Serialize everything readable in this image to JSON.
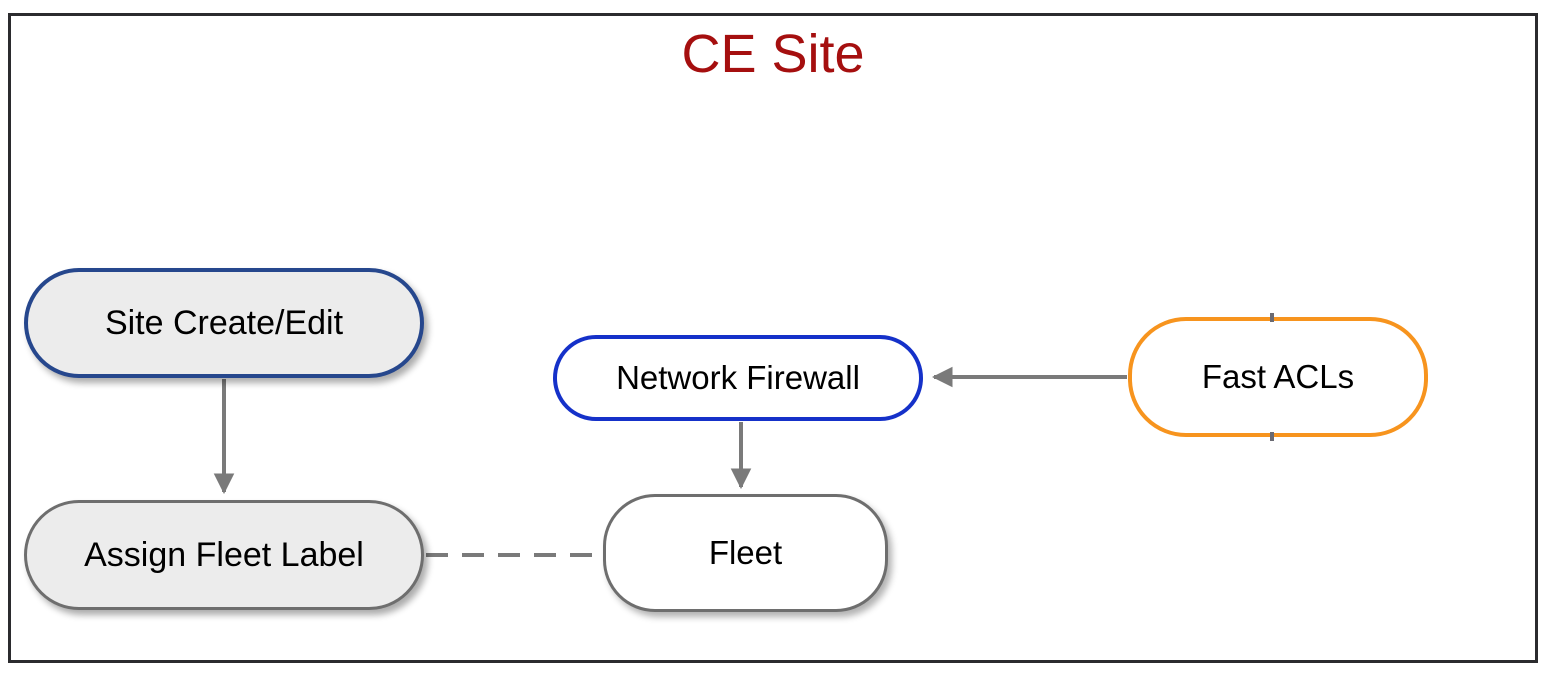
{
  "diagram": {
    "title": "CE Site",
    "title_color": "#a50f0f",
    "frame_color": "#2b2b2e",
    "background": "#ffffff",
    "type": "flow-diagram",
    "nodes": [
      {
        "id": "site-create-edit",
        "label": "Site Create/Edit",
        "shape": "stadium",
        "border_color": "#26478d",
        "fill_color": "#ececec",
        "text_color": "#000000",
        "shadow": true
      },
      {
        "id": "assign-fleet-label",
        "label": "Assign Fleet Label",
        "shape": "stadium",
        "border_color": "#6e6e6e",
        "fill_color": "#ececec",
        "text_color": "#000000",
        "shadow": true
      },
      {
        "id": "network-firewall",
        "label": "Network Firewall",
        "shape": "stadium",
        "border_color": "#1531c9",
        "fill_color": "#ffffff",
        "text_color": "#000000",
        "shadow": false
      },
      {
        "id": "fleet",
        "label": "Fleet",
        "shape": "stadium",
        "border_color": "#6e6e6e",
        "fill_color": "#ffffff",
        "text_color": "#000000",
        "shadow": true
      },
      {
        "id": "fast-acls",
        "label": "Fast ACLs",
        "shape": "stadium",
        "border_color": "#f7941e",
        "fill_color": "#ffffff",
        "text_color": "#000000",
        "shadow": false
      }
    ],
    "edges": [
      {
        "id": "site-create-edit-to-assign-fleet-label",
        "from": "site-create-edit",
        "to": "assign-fleet-label",
        "style": "solid",
        "arrow": "end",
        "color": "#7a7a7a"
      },
      {
        "id": "network-firewall-to-fleet",
        "from": "network-firewall",
        "to": "fleet",
        "style": "solid",
        "arrow": "end",
        "color": "#7a7a7a"
      },
      {
        "id": "fast-acls-to-network-firewall",
        "from": "fast-acls",
        "to": "network-firewall",
        "style": "solid",
        "arrow": "end",
        "color": "#7a7a7a"
      },
      {
        "id": "assign-fleet-label-to-fleet",
        "from": "assign-fleet-label",
        "to": "fleet",
        "style": "dashed",
        "arrow": "none",
        "color": "#7a7a7a"
      }
    ]
  }
}
